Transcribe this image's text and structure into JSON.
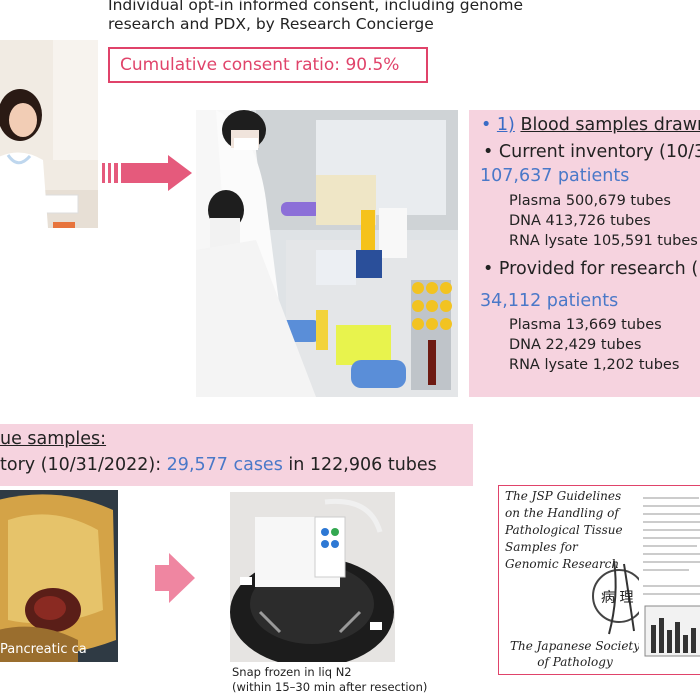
{
  "header": {
    "line1": "Individual opt-in informed consent, including genome",
    "line2": "research and PDX, by Research Concierge",
    "consent_ratio": "Cumulative consent ratio: 90.5%"
  },
  "blood": {
    "title_num": "1)",
    "title_text": "Blood samples drawn",
    "current_inventory": "Current inventory (10/3",
    "current_patients": "107,637 patients",
    "current_items": [
      "Plasma 500,679 tubes",
      "DNA 413,726 tubes",
      "RNA lysate 105,591 tubes"
    ],
    "provided": "Provided for research (",
    "provided_patients": "34,112 patients",
    "provided_items": [
      "Plasma 13,669 tubes",
      "DNA 22,429 tubes",
      "RNA lysate 1,202 tubes"
    ]
  },
  "tissue": {
    "title": "ue samples:",
    "inventory_prefix": "tory (10/31/2022): ",
    "inventory_cases": "29,577 cases",
    "inventory_suffix": " in 122,906 tubes",
    "photo_label": "Pancreatic ca",
    "frozen_caption_1": "Snap frozen in liq N2",
    "frozen_caption_2": "(within 15–30 min after resection)"
  },
  "guideline": {
    "title": "The JSP Guidelines on the Handling of Pathological Tissue Samples for Genomic Research",
    "society": "The Japanese Society of Pathology",
    "logo_text": "病 理"
  },
  "colors": {
    "accent": "#e0436a",
    "panel_pink": "#f6d3df",
    "blue_number": "#4a78c8"
  }
}
